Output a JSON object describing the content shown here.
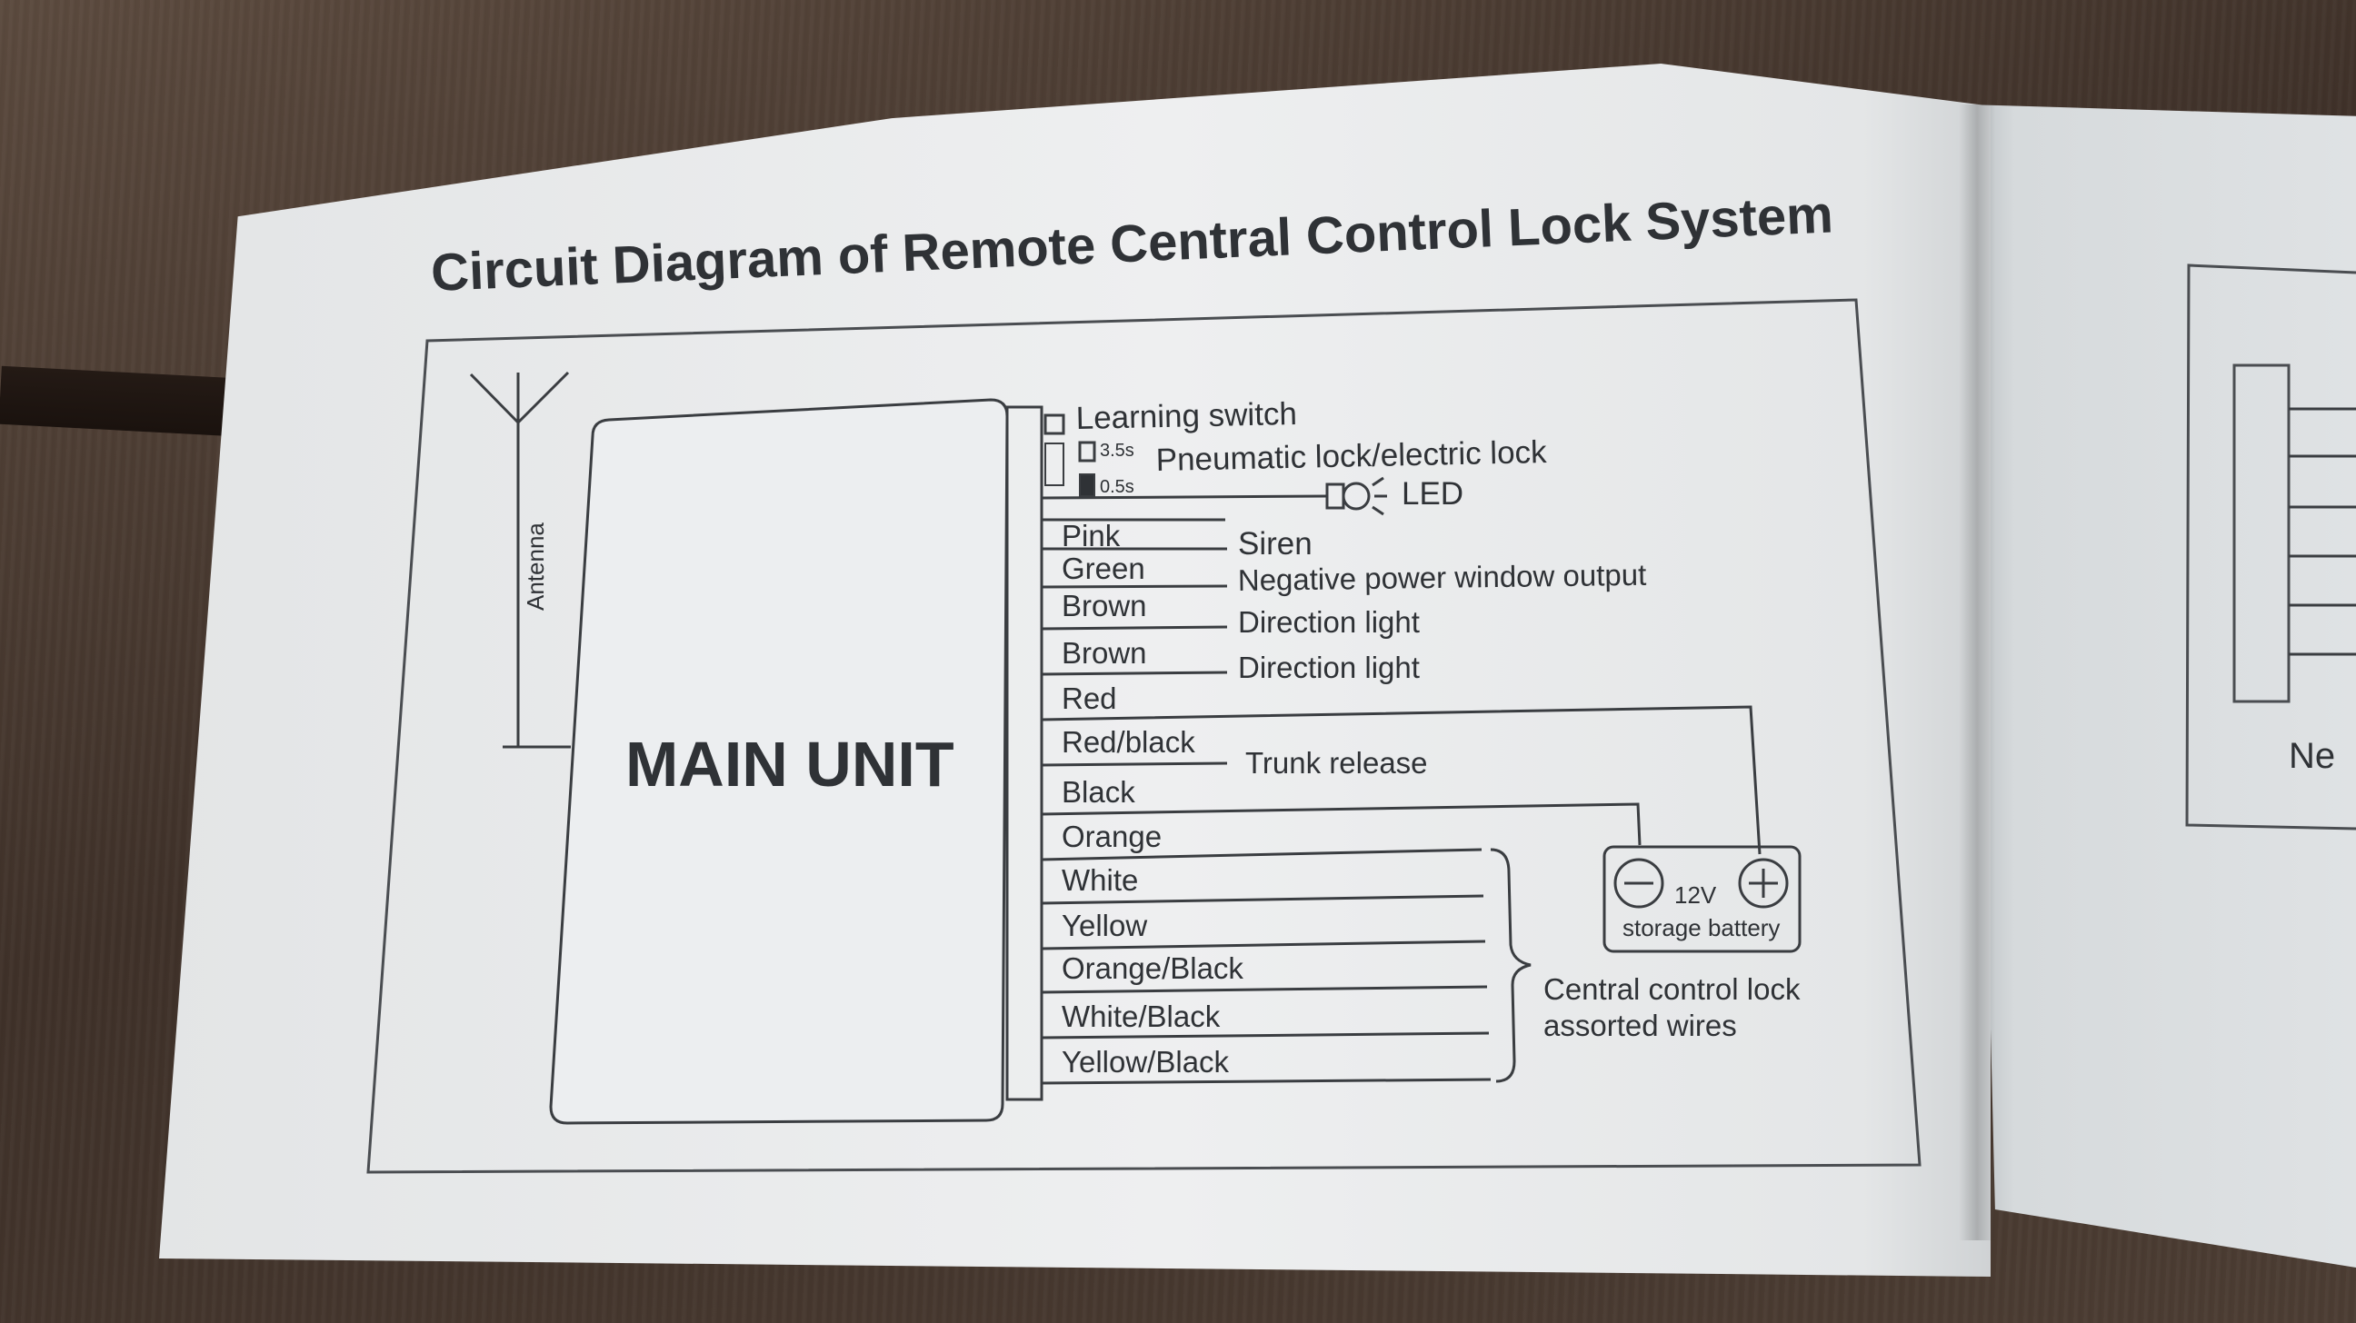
{
  "title": "Circuit Diagram of Remote Central Control Lock System",
  "main_unit_label": "MAIN UNIT",
  "antenna_label": "Antenna",
  "top_items": {
    "learning_switch": "Learning switch",
    "timing_long": "3.5s",
    "timing_short": "0.5s",
    "pneumatic": "Pneumatic lock/electric lock",
    "led": "LED"
  },
  "wires": [
    "Pink",
    "Green",
    "Brown",
    "Brown",
    "Red",
    "Red/black",
    "Black",
    "Orange",
    "White",
    "Yellow",
    "Orange/Black",
    "White/Black",
    "Yellow/Black"
  ],
  "outputs": {
    "siren": "Siren",
    "power_window": "Negative power window output",
    "direction_1": "Direction light",
    "direction_2": "Direction light",
    "trunk": "Trunk release"
  },
  "battery": {
    "voltage": "12V",
    "label": "storage battery"
  },
  "central_lock_label": [
    "Central control lock",
    "assorted wires"
  ],
  "next_page_fragment": "Ne"
}
